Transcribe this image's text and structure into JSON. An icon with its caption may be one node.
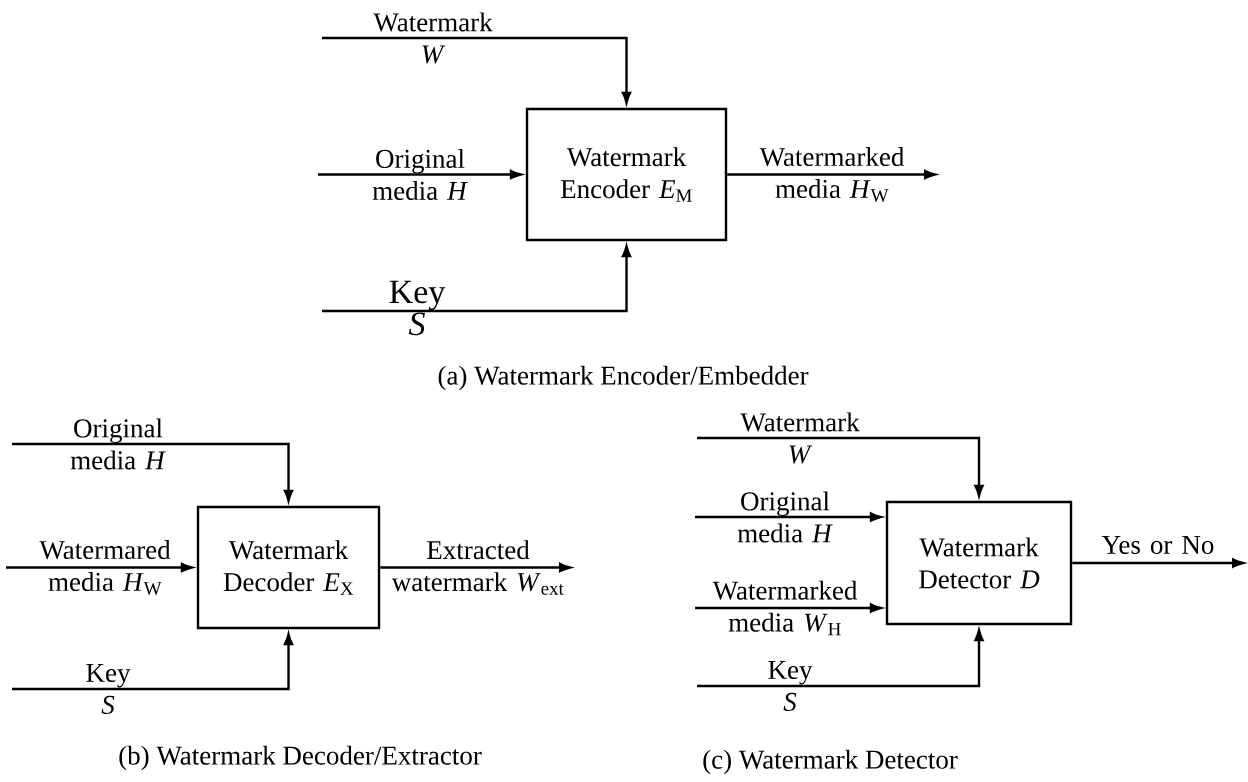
{
  "diagram": {
    "nodes": [
      {
        "text": [
          "Watermark Encoder *E*$_{M}$"
        ]
      },
      {
        "text": [
          "Watermark Decoder *E*$_{X}$"
        ]
      },
      {
        "text": [
          "Watermark Detector *D*"
        ]
      }
    ],
    "edges": [
      {
        "from": null,
        "to": 0,
        "arrow": "to",
        "label": "Watermark *W*"
      },
      {
        "from": null,
        "to": 0,
        "arrow": "to",
        "label": "Original media *H*"
      },
      {
        "from": null,
        "to": 0,
        "arrow": "to",
        "label": "Key *S*"
      },
      {
        "from": 0,
        "to": null,
        "arrow": "to",
        "label": "Watermarked media *H*$_{W}$"
      },
      {
        "from": null,
        "to": 1,
        "arrow": "to",
        "label": "Original media *H*"
      },
      {
        "from": null,
        "to": 1,
        "arrow": "to",
        "label": "Watermared media *H*$_{W}$"
      },
      {
        "from": null,
        "to": 1,
        "arrow": "to",
        "label": "Key *S*"
      },
      {
        "from": 1,
        "to": null,
        "arrow": "to",
        "label": "Extracted watermark *W*$_{ext}$"
      },
      {
        "from": null,
        "to": 2,
        "arrow": "to",
        "label": "Watermark *W*"
      },
      {
        "from": null,
        "to": 2,
        "arrow": "to",
        "label": "Original media *H*"
      },
      {
        "from": null,
        "to": 2,
        "arrow": "to",
        "label": "Watermarked media *W*$_{H}$"
      },
      {
        "from": null,
        "to": 2,
        "arrow": "to",
        "label": "Key *S*"
      },
      {
        "from": 2,
        "to": null,
        "arrow": "to",
        "label": "Yes or No"
      }
    ],
    "labels": [
      "(a) Watermark Encoder/Embedder",
      "(b) Watermark Decoder/Extractor",
      "(c) Watermark Detector"
    ]
  }
}
